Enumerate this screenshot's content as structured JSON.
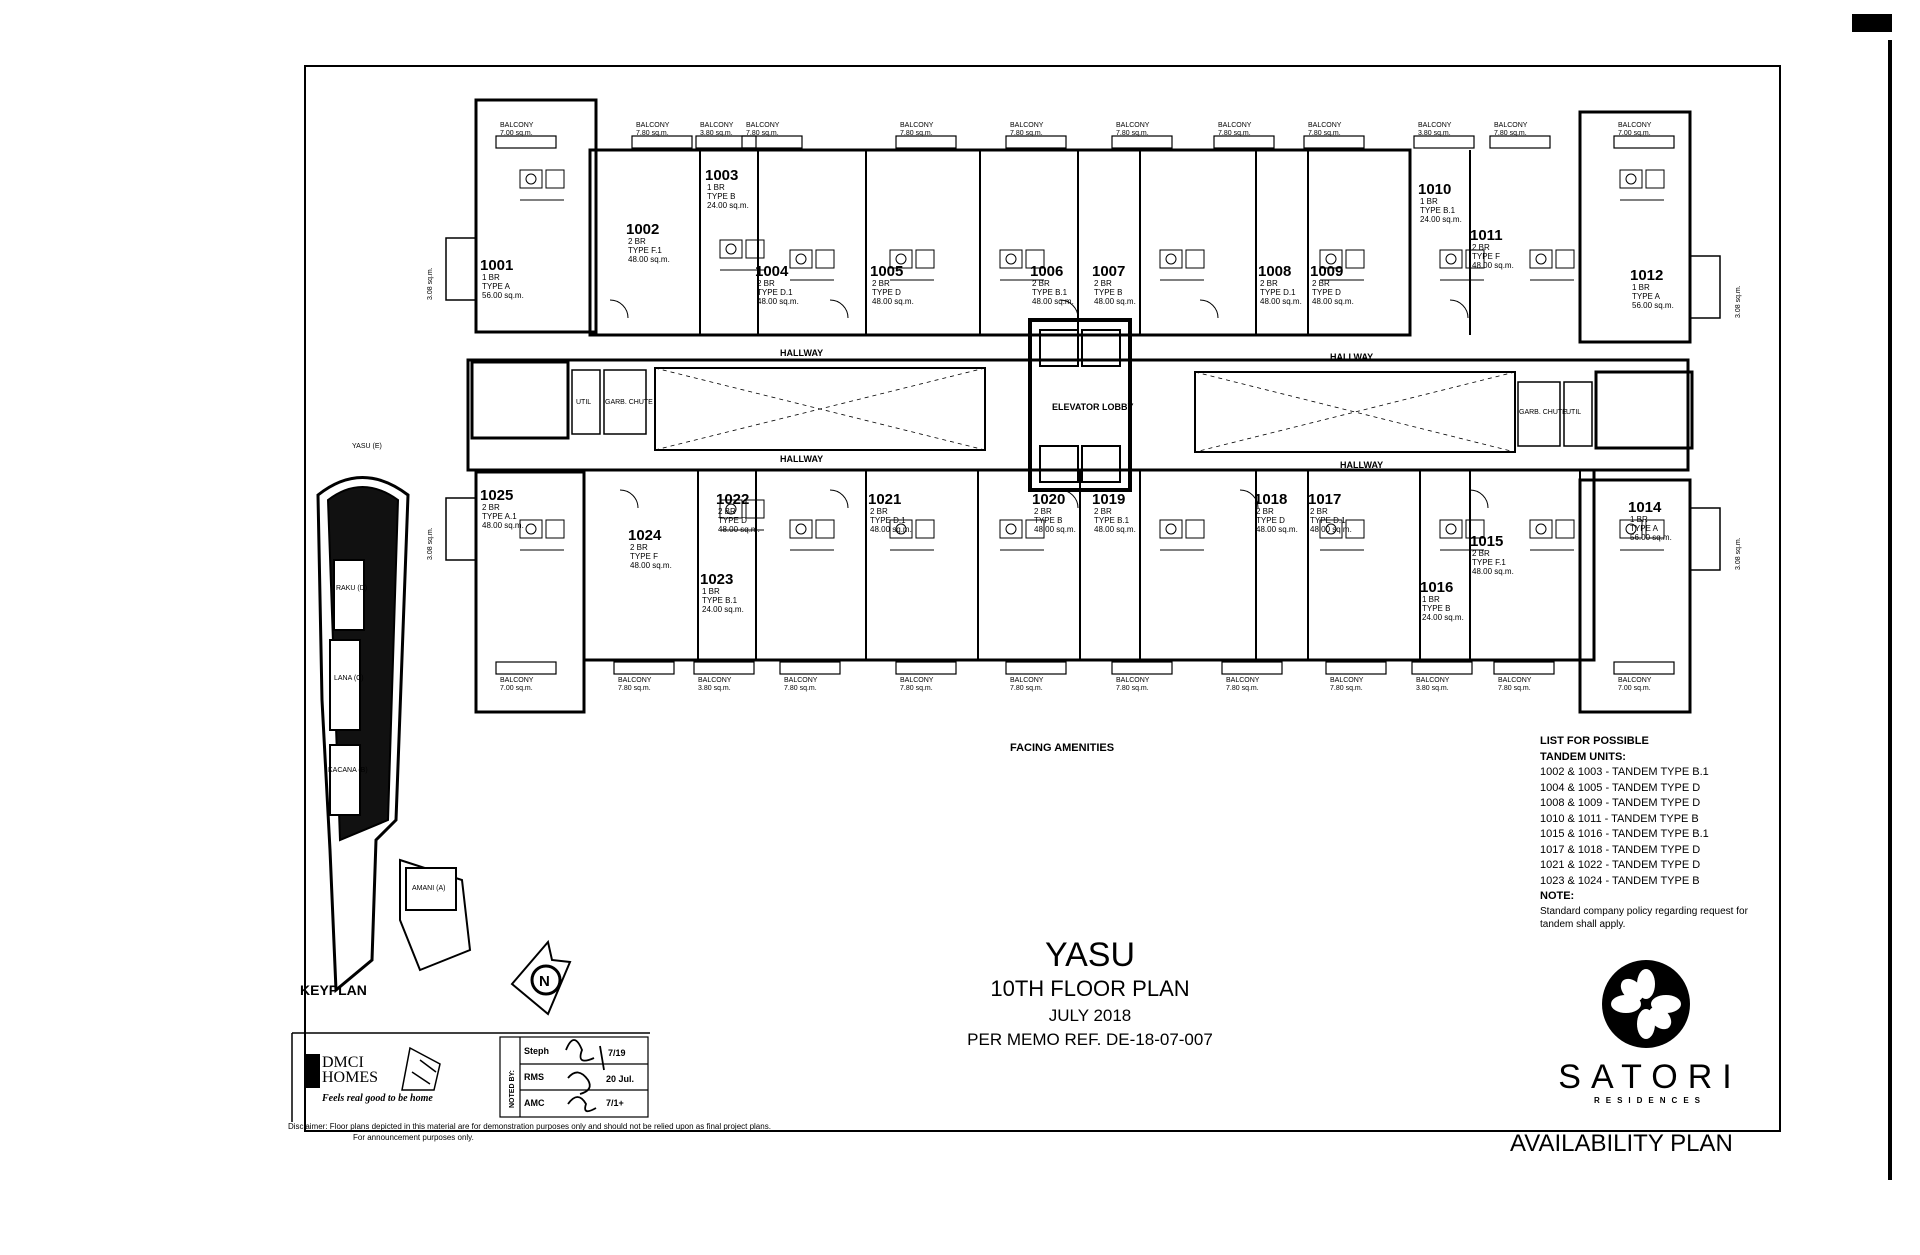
{
  "title": {
    "project": "YASU",
    "floor": "10TH FLOOR PLAN",
    "date": "JULY 2018",
    "memo": "PER MEMO REF. DE-18-07-007"
  },
  "keyplan": {
    "title": "KEYPLAN",
    "buildings": [
      "YASU (E)",
      "RAKU (D)",
      "LANA (C)",
      "KACANA (B)",
      "AMANI (A)"
    ]
  },
  "facing": "FACING AMENITIES",
  "availability": "AVAILABILITY PLAN",
  "hallway": "HALLWAY",
  "elevator_lobby": "ELEVATOR LOBBY",
  "balcony_label": "BALCONY",
  "util_label": "UTIL",
  "garbage_label": "GARB. CHUTE",
  "tandem": {
    "heading1": "LIST FOR POSSIBLE",
    "heading2": "TANDEM UNITS:",
    "items": [
      "1002 & 1003 - TANDEM TYPE B.1",
      "1004 & 1005 - TANDEM TYPE D",
      "1008 & 1009 - TANDEM TYPE D",
      "1010 & 1011 - TANDEM TYPE B",
      "1015 & 1016 - TANDEM TYPE B.1",
      "1017 & 1018 - TANDEM TYPE D",
      "1021 & 1022 - TANDEM TYPE D",
      "1023 & 1024 - TANDEM TYPE B"
    ],
    "note_heading": "NOTE:",
    "note_text": "Standard company policy regarding request for tandem shall apply."
  },
  "brand": {
    "dmci_line1": "DMCI",
    "dmci_line2": "HOMES",
    "dmci_tagline": "Feels real good to be home",
    "satori": "SATORI",
    "satori_sub": "RESIDENCES"
  },
  "noted_by": {
    "label": "NOTED BY:",
    "rows": [
      {
        "name": "Steph",
        "date": "7/19"
      },
      {
        "name": "RMS",
        "date": "20 Jul."
      },
      {
        "name": "AMC",
        "date": "7/1+"
      }
    ]
  },
  "disclaimer": {
    "line1": "Disclaimer:  Floor plans depicted in this material are for demonstration purposes only and should not be relied upon as final project plans.",
    "line2": "For announcement purposes only."
  },
  "units_top": [
    {
      "no": "1001",
      "bed": "1 BR",
      "type": "TYPE A",
      "area": "56.00 sq.m."
    },
    {
      "no": "1002",
      "bed": "2 BR",
      "type": "TYPE F.1",
      "area": "48.00 sq.m."
    },
    {
      "no": "1003",
      "bed": "1 BR",
      "type": "TYPE B",
      "area": "24.00 sq.m."
    },
    {
      "no": "1004",
      "bed": "2 BR",
      "type": "TYPE D.1",
      "area": "48.00 sq.m."
    },
    {
      "no": "1005",
      "bed": "2 BR",
      "type": "TYPE D",
      "area": "48.00 sq.m."
    },
    {
      "no": "1006",
      "bed": "2 BR",
      "type": "TYPE B.1",
      "area": "48.00 sq.m."
    },
    {
      "no": "1007",
      "bed": "2 BR",
      "type": "TYPE B",
      "area": "48.00 sq.m."
    },
    {
      "no": "1008",
      "bed": "2 BR",
      "type": "TYPE D.1",
      "area": "48.00 sq.m."
    },
    {
      "no": "1009",
      "bed": "2 BR",
      "type": "TYPE D",
      "area": "48.00 sq.m."
    },
    {
      "no": "1010",
      "bed": "1 BR",
      "type": "TYPE B.1",
      "area": "24.00 sq.m."
    },
    {
      "no": "1011",
      "bed": "2 BR",
      "type": "TYPE F",
      "area": "48.00 sq.m."
    },
    {
      "no": "1012",
      "bed": "1 BR",
      "type": "TYPE A",
      "area": "56.00 sq.m."
    }
  ],
  "units_bottom": [
    {
      "no": "1025",
      "bed": "2 BR",
      "type": "TYPE A.1",
      "area": "48.00 sq.m."
    },
    {
      "no": "1024",
      "bed": "2 BR",
      "type": "TYPE F",
      "area": "48.00 sq.m."
    },
    {
      "no": "1023",
      "bed": "1 BR",
      "type": "TYPE B.1",
      "area": "24.00 sq.m."
    },
    {
      "no": "1022",
      "bed": "2 BR",
      "type": "TYPE D",
      "area": "48.00 sq.m."
    },
    {
      "no": "1021",
      "bed": "2 BR",
      "type": "TYPE D.1",
      "area": "48.00 sq.m."
    },
    {
      "no": "1020",
      "bed": "2 BR",
      "type": "TYPE B",
      "area": "48.00 sq.m."
    },
    {
      "no": "1019",
      "bed": "2 BR",
      "type": "TYPE B.1",
      "area": "48.00 sq.m."
    },
    {
      "no": "1018",
      "bed": "2 BR",
      "type": "TYPE D",
      "area": "48.00 sq.m."
    },
    {
      "no": "1017",
      "bed": "2 BR",
      "type": "TYPE D.1",
      "area": "48.00 sq.m."
    },
    {
      "no": "1016",
      "bed": "1 BR",
      "type": "TYPE B",
      "area": "24.00 sq.m."
    },
    {
      "no": "1015",
      "bed": "2 BR",
      "type": "TYPE F.1",
      "area": "48.00 sq.m."
    },
    {
      "no": "1014",
      "bed": "1 BR",
      "type": "TYPE A",
      "area": "56.00 sq.m."
    }
  ],
  "balconies_top": [
    "7.00 sq.m.",
    "3.80 sq.m.",
    "7.80 sq.m.",
    "7.80 sq.m.",
    "7.80 sq.m.",
    "7.80 sq.m.",
    "7.80 sq.m.",
    "7.80 sq.m.",
    "7.80 sq.m.",
    "3.80 sq.m.",
    "7.80 sq.m.",
    "7.00 sq.m."
  ],
  "balconies_bottom": [
    "7.00 sq.m.",
    "7.80 sq.m.",
    "3.80 sq.m.",
    "7.80 sq.m.",
    "7.80 sq.m.",
    "7.80 sq.m.",
    "7.80 sq.m.",
    "7.80 sq.m.",
    "7.80 sq.m.",
    "3.80 sq.m.",
    "7.80 sq.m.",
    "7.00 sq.m."
  ],
  "balconies_side": [
    "3.08 sq.m.",
    "3.08 sq.m.",
    "3.08 sq.m.",
    "3.08 sq.m."
  ]
}
